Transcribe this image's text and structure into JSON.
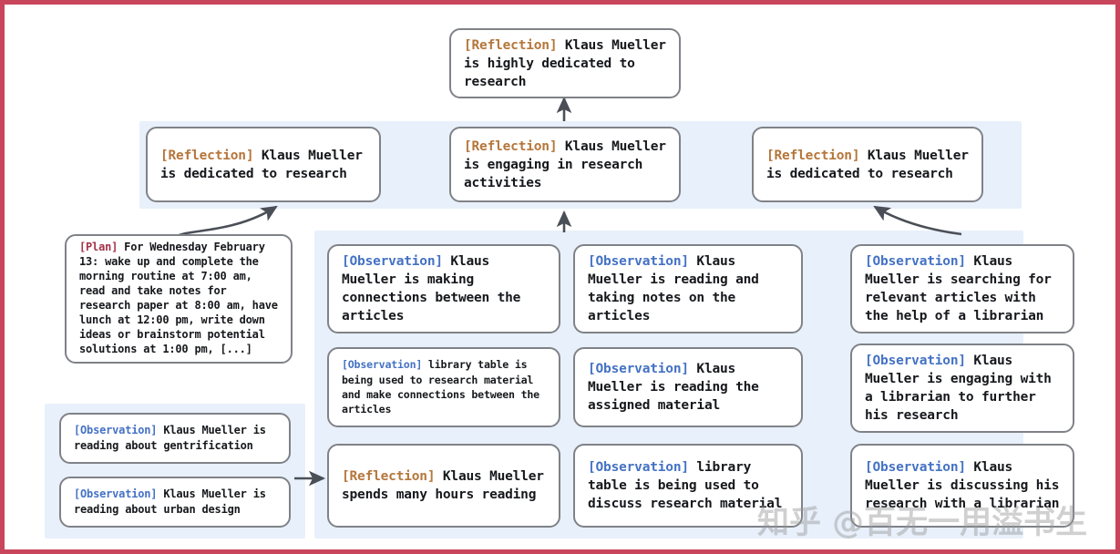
{
  "colors": {
    "border_frame": "#c9455c",
    "panel_bg": "#e8f0fb",
    "node_border": "#7f8287",
    "reflection_tag": "#b5763b",
    "observation_tag": "#4472c4",
    "plan_tag": "#a3324b",
    "arrow": "#4a4f57"
  },
  "watermark": {
    "text": "知乎 @百无一用溢书生"
  },
  "top_node": {
    "tag": "[Reflection]",
    "tag_type": "reflection",
    "text": " Klaus Mueller is highly dedicated to research"
  },
  "reflection_row": [
    {
      "tag": "[Reflection]",
      "tag_type": "reflection",
      "text": " Klaus Mueller is dedicated to research"
    },
    {
      "tag": "[Reflection]",
      "tag_type": "reflection",
      "text": " Klaus Mueller is engaging in research activities"
    },
    {
      "tag": "[Reflection]",
      "tag_type": "reflection",
      "text": " Klaus Mueller is dedicated to research"
    }
  ],
  "plan_node": {
    "tag": "[Plan]",
    "tag_type": "plan",
    "text": " For Wednesday February 13: wake up and complete the morning routine at 7:00 am, read and take notes for research paper at 8:00 am, have lunch at 12:00 pm, write down ideas or brainstorm potential solutions at 1:00 pm, [...]"
  },
  "left_observations": [
    {
      "tag": "[Observation]",
      "tag_type": "observation",
      "text": " Klaus Mueller is reading about gentrification"
    },
    {
      "tag": "[Observation]",
      "tag_type": "observation",
      "text": " Klaus Mueller is reading about urban design"
    }
  ],
  "column_one": [
    {
      "tag": "[Observation]",
      "tag_type": "observation",
      "text": " Klaus Mueller is making connections between the articles"
    },
    {
      "tag": "[Observation]",
      "tag_type": "observation",
      "text": " library table is being used to research material and make connections between the articles"
    },
    {
      "tag": "[Reflection]",
      "tag_type": "reflection",
      "text": " Klaus Mueller spends many hours reading"
    }
  ],
  "column_two": [
    {
      "tag": "[Observation]",
      "tag_type": "observation",
      "text": " Klaus Mueller is reading and taking notes on the articles"
    },
    {
      "tag": "[Observation]",
      "tag_type": "observation",
      "text": " Klaus Mueller is reading the assigned material"
    },
    {
      "tag": "[Observation]",
      "tag_type": "observation",
      "text": " library table is being used to discuss research material"
    }
  ],
  "column_three": [
    {
      "tag": "[Observation]",
      "tag_type": "observation",
      "text": " Klaus Mueller is searching for relevant articles with the help of a librarian"
    },
    {
      "tag": "[Observation]",
      "tag_type": "observation",
      "text": " Klaus Mueller is engaging with a librarian to further his research"
    },
    {
      "tag": "[Observation]",
      "tag_type": "observation",
      "text": " Klaus Mueller is discussing his research with a librarian"
    }
  ]
}
